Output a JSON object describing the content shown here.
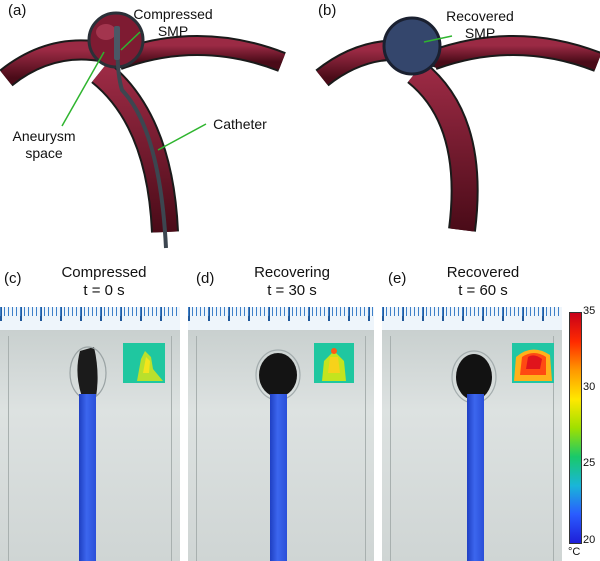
{
  "top_left": {
    "panel_label": "(a)",
    "compressed_label_line1": "Compressed",
    "compressed_label_line2": "SMP",
    "aneurysm_label_line1": "Aneurysm",
    "aneurysm_label_line2": "space",
    "catheter_label": "Catheter"
  },
  "top_right": {
    "panel_label": "(b)",
    "recovered_label_line1": "Recovered",
    "recovered_label_line2": "SMP"
  },
  "photos": [
    {
      "panel_label": "(c)",
      "state": "Compressed",
      "time": "t = 0 s"
    },
    {
      "panel_label": "(d)",
      "state": "Recovering",
      "time": "t = 30 s"
    },
    {
      "panel_label": "(e)",
      "state": "Recovered",
      "time": "t = 60 s"
    }
  ],
  "colorbar": {
    "ticks": [
      "35",
      "30",
      "25",
      "20"
    ],
    "unit": "°C",
    "colors": [
      "#c8001a",
      "#ff2a00",
      "#ff9900",
      "#ffe800",
      "#9fe000",
      "#19c96a",
      "#19b6d8",
      "#2a5cff",
      "#1e1ed8"
    ]
  },
  "colors": {
    "vessel": "#5a0f1e",
    "vessel_inner": "#8c2138",
    "smp_recovered": "#34466c",
    "leader": "#2fb52f",
    "tube": "#3358e6"
  }
}
